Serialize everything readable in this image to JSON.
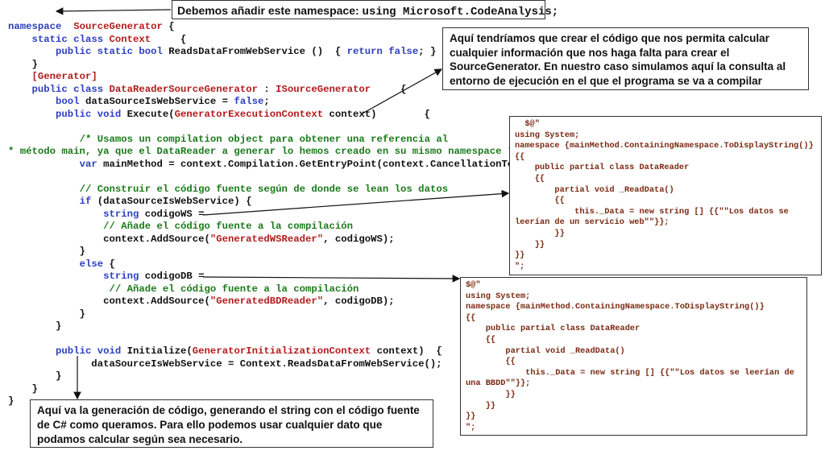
{
  "callouts": {
    "top_prefix": "Debemos añadir este namespace: ",
    "top_code": "using Microsoft.CodeAnalysis;",
    "right": "Aquí tendríamos que crear el código que nos permita calcular cualquier información que nos haga falta para crear el SourceGenerator. En nuestro caso simulamos aquí la consulta al entorno de ejecución en el que el programa se va a compilar",
    "bottom": "Aquí va la generación de código, generando el string con el código fuente de C# como queramos. Para ello podemos usar cualquier dato que podamos calcular según sea necesario."
  },
  "code": [
    [
      [
        "kw",
        "namespace"
      ],
      [
        "",
        "  "
      ],
      [
        "ty",
        "SourceGenerator"
      ],
      [
        "",
        " {"
      ]
    ],
    [
      [
        "",
        "    "
      ],
      [
        "kw",
        "static class"
      ],
      [
        "",
        " "
      ],
      [
        "ty",
        "Context"
      ],
      [
        "",
        "     {"
      ]
    ],
    [
      [
        "",
        "        "
      ],
      [
        "kw",
        "public static bool"
      ],
      [
        "",
        " ReadsDataFromWebService ()  { "
      ],
      [
        "kw",
        "return false"
      ],
      [
        "",
        "; }"
      ]
    ],
    [
      [
        "",
        "    }"
      ]
    ],
    [
      [
        "",
        "    "
      ],
      [
        "ty",
        "[Generator]"
      ]
    ],
    [
      [
        "",
        "    "
      ],
      [
        "kw",
        "public class"
      ],
      [
        "",
        " "
      ],
      [
        "ty",
        "DataReaderSourceGenerator"
      ],
      [
        "",
        " : "
      ],
      [
        "ty",
        "ISourceGenerator"
      ],
      [
        "",
        "     {"
      ]
    ],
    [
      [
        "",
        "        "
      ],
      [
        "kw",
        "bool"
      ],
      [
        "",
        " dataSourceIsWebService = "
      ],
      [
        "kw",
        "false"
      ],
      [
        "",
        ";"
      ]
    ],
    [
      [
        "",
        "        "
      ],
      [
        "kw",
        "public void"
      ],
      [
        "",
        " Execute("
      ],
      [
        "ty",
        "GeneratorExecutionContext"
      ],
      [
        "",
        " context)        {"
      ]
    ],
    [
      [
        "",
        ""
      ]
    ],
    [
      [
        "",
        "            "
      ],
      [
        "cm",
        "/* Usamos un compilation object para obtener una referencia al"
      ]
    ],
    [
      [
        "cm",
        "* método main, ya que el DataReader a generar lo hemos creado en su mismo namespace */"
      ]
    ],
    [
      [
        "",
        "            "
      ],
      [
        "kw",
        "var"
      ],
      [
        "",
        " mainMethod = context.Compilation.GetEntryPoint(context.CancellationToken);"
      ]
    ],
    [
      [
        "",
        ""
      ]
    ],
    [
      [
        "",
        "            "
      ],
      [
        "cm",
        "// Construir el código fuente según de donde se lean los datos"
      ]
    ],
    [
      [
        "",
        "            "
      ],
      [
        "kw",
        "if"
      ],
      [
        "",
        " (dataSourceIsWebService) {"
      ]
    ],
    [
      [
        "",
        "                "
      ],
      [
        "kw",
        "string"
      ],
      [
        "",
        " codigoWS ="
      ]
    ],
    [
      [
        "",
        "                "
      ],
      [
        "cm",
        "// Añade el código fuente a la compilación"
      ]
    ],
    [
      [
        "",
        "                context.AddSource("
      ],
      [
        "st",
        "\"GeneratedWSReader\""
      ],
      [
        "",
        ", codigoWS);"
      ]
    ],
    [
      [
        "",
        "            }"
      ]
    ],
    [
      [
        "",
        "            "
      ],
      [
        "kw",
        "else"
      ],
      [
        "",
        " {"
      ]
    ],
    [
      [
        "",
        "                "
      ],
      [
        "kw",
        "string"
      ],
      [
        "",
        " codigoDB ="
      ]
    ],
    [
      [
        "",
        "                 "
      ],
      [
        "cm",
        "// Añade el código fuente a la compilación"
      ]
    ],
    [
      [
        "",
        "                context.AddSource("
      ],
      [
        "st",
        "\"GeneratedBDReader\""
      ],
      [
        "",
        ", codigoDB);"
      ]
    ],
    [
      [
        "",
        "            }"
      ]
    ],
    [
      [
        "",
        "        }"
      ]
    ],
    [
      [
        "",
        ""
      ]
    ],
    [
      [
        "",
        "        "
      ],
      [
        "kw",
        "public void"
      ],
      [
        "",
        " Initialize("
      ],
      [
        "ty",
        "GeneratorInitializationContext"
      ],
      [
        "",
        " context)  {"
      ]
    ],
    [
      [
        "",
        "              dataSourceIsWebService = Context.ReadsDataFromWebService();"
      ]
    ],
    [
      [
        "",
        "        }"
      ]
    ],
    [
      [
        "",
        "    }"
      ]
    ],
    [
      [
        "",
        "}"
      ]
    ]
  ],
  "snippet_ws": [
    "  $@\"",
    "using System;",
    "namespace {mainMethod.ContainingNamespace.ToDisplayString()}",
    "{{",
    "    public partial class DataReader",
    "    {{",
    "        partial void _ReadData()",
    "        {{",
    "            this._Data = new string [] {{\"\"Los datos se",
    "leerían de un servicio web\"\"}};",
    "        }}",
    "    }}",
    "}}",
    "\";"
  ],
  "snippet_db": [
    "$@\"",
    "using System;",
    "namespace {mainMethod.ContainingNamespace.ToDisplayString()}",
    "{{",
    "    public partial class DataReader",
    "    {{",
    "        partial void _ReadData()",
    "        {{",
    "            this._Data = new string [] {{\"\"Los datos se leerían de",
    "una BBDD\"\"}};",
    "        }}",
    "    }}",
    "}}",
    "\";"
  ]
}
